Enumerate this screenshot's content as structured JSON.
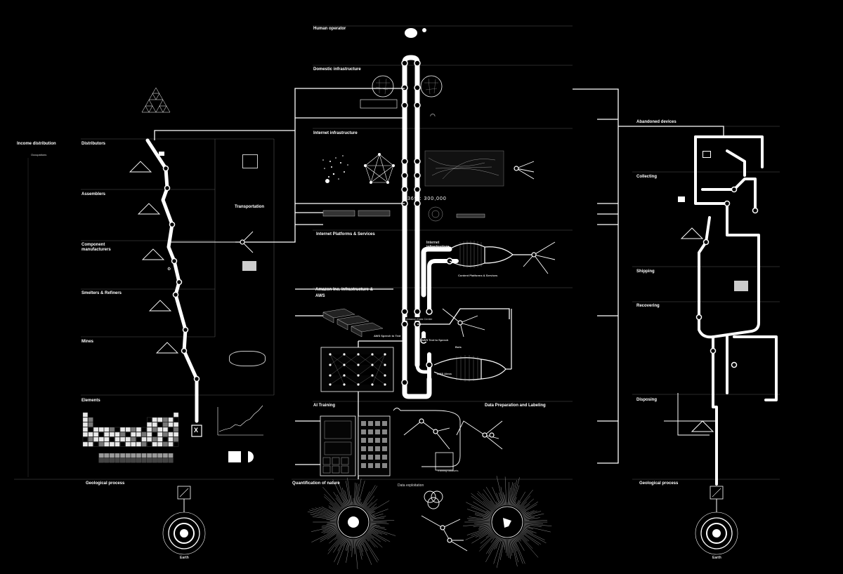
{
  "colors": {
    "background": "#000000",
    "line": "#ffffff",
    "dim": "#9a9a9a"
  },
  "sections": {
    "human_operator": "Human operator",
    "domestic_infrastructure": "Domestic infrastructure",
    "internet_infrastructure": "Internet infrastructure",
    "internet_platforms": "Internet Platforms & Services",
    "amazon_infra": "Amazon Inc. Infrastructure &",
    "aws": "AWS",
    "ai_training": "AI Training",
    "data_preparation": "Data Preparation and Labeling",
    "quantification_of_nature": "Quantification of nature",
    "data_exploitation": "Data exploitation",
    "income_distribution": "Income distribution",
    "distributors": "Distributors",
    "assemblers": "Assemblers",
    "component_manufacturers": "Component manufacturers",
    "smelters_refiners": "Smelters & Refiners",
    "mines": "Mines",
    "elements": "Elements",
    "transportation": "Transportation",
    "geological_process_left": "Geological process",
    "geological_process_right": "Geological process",
    "abandoned_devices": "Abandoned devices",
    "collecting": "Collecting",
    "shipping": "Shipping",
    "recovering": "Recovering",
    "disposing": "Disposing",
    "earth_left": "Earth",
    "earth_right": "Earth"
  },
  "labels": {
    "ratio": "369 : 300,000",
    "occupations": "Occupations",
    "element_x": "X",
    "internet_infrastructure_small": "Internet infrastructure",
    "content_platforms": "Content Platforms & Services",
    "amazon_data_center": "Amazon Data Center",
    "aws_speech_to_text": "AWS Speech to Text",
    "aws_text_to_speech": "AWS Text to Speech",
    "bots": "Bots",
    "aws_alexa": "AWS Alexa",
    "training_datasets": "Training datasets"
  },
  "icons": [
    "brain-icon",
    "user-icon",
    "gear-icon",
    "container-icon",
    "ship-icon",
    "truck-icon",
    "wifi-icon",
    "crane-icon"
  ]
}
